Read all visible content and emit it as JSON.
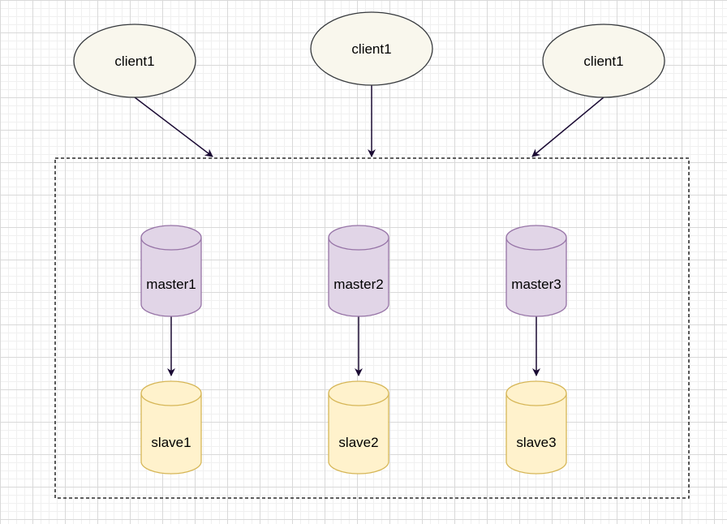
{
  "diagram": {
    "clients": [
      {
        "id": "client-left",
        "label": "client1"
      },
      {
        "id": "client-middle",
        "label": "client1"
      },
      {
        "id": "client-right",
        "label": "client1"
      }
    ],
    "masters": [
      {
        "id": "master1",
        "label": "master1"
      },
      {
        "id": "master2",
        "label": "master2"
      },
      {
        "id": "master3",
        "label": "master3"
      }
    ],
    "slaves": [
      {
        "id": "slave1",
        "label": "slave1"
      },
      {
        "id": "slave2",
        "label": "slave2"
      },
      {
        "id": "slave3",
        "label": "slave3"
      }
    ],
    "edges": [
      {
        "from": "client-left",
        "to": "cluster"
      },
      {
        "from": "client-middle",
        "to": "cluster"
      },
      {
        "from": "client-right",
        "to": "cluster"
      },
      {
        "from": "master1",
        "to": "slave1"
      },
      {
        "from": "master2",
        "to": "slave2"
      },
      {
        "from": "master3",
        "to": "slave3"
      }
    ],
    "colors": {
      "client_fill": "#f9f7ed",
      "client_stroke": "#36393d",
      "master_fill": "#e1d5e7",
      "master_stroke": "#9673a6",
      "slave_fill": "#fff2cc",
      "slave_stroke": "#d6b656",
      "edge": "#1a0a33",
      "cluster_border": "#000000"
    }
  }
}
